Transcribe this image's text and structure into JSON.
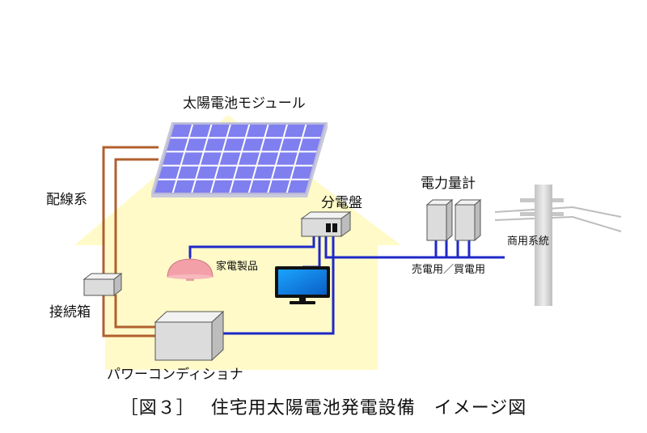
{
  "labels": {
    "solar_module": "太陽電池モジュール",
    "wiring": "配線系",
    "distribution_board": "分電盤",
    "power_meter": "電力量計",
    "commercial_grid": "商用系統",
    "appliances": "家電製品",
    "sell_buy": "売電用／買電用",
    "junction_box": "接続箱",
    "power_conditioner": "パワーコンディショナ"
  },
  "caption": "［図３］　 住宅用太陽電池発電設備　イメージ図",
  "colors": {
    "house": "#fffac8",
    "panel_cell": "#7f7ff0",
    "panel_grid": "#ffffff",
    "panel_frame": "#d7d7e8",
    "dc_wire": "#b0602e",
    "ac_wire": "#1e28c8",
    "equipment": "#dcdcdc",
    "lamp": "#f4a0a8",
    "pole": "#d9d9d9"
  }
}
